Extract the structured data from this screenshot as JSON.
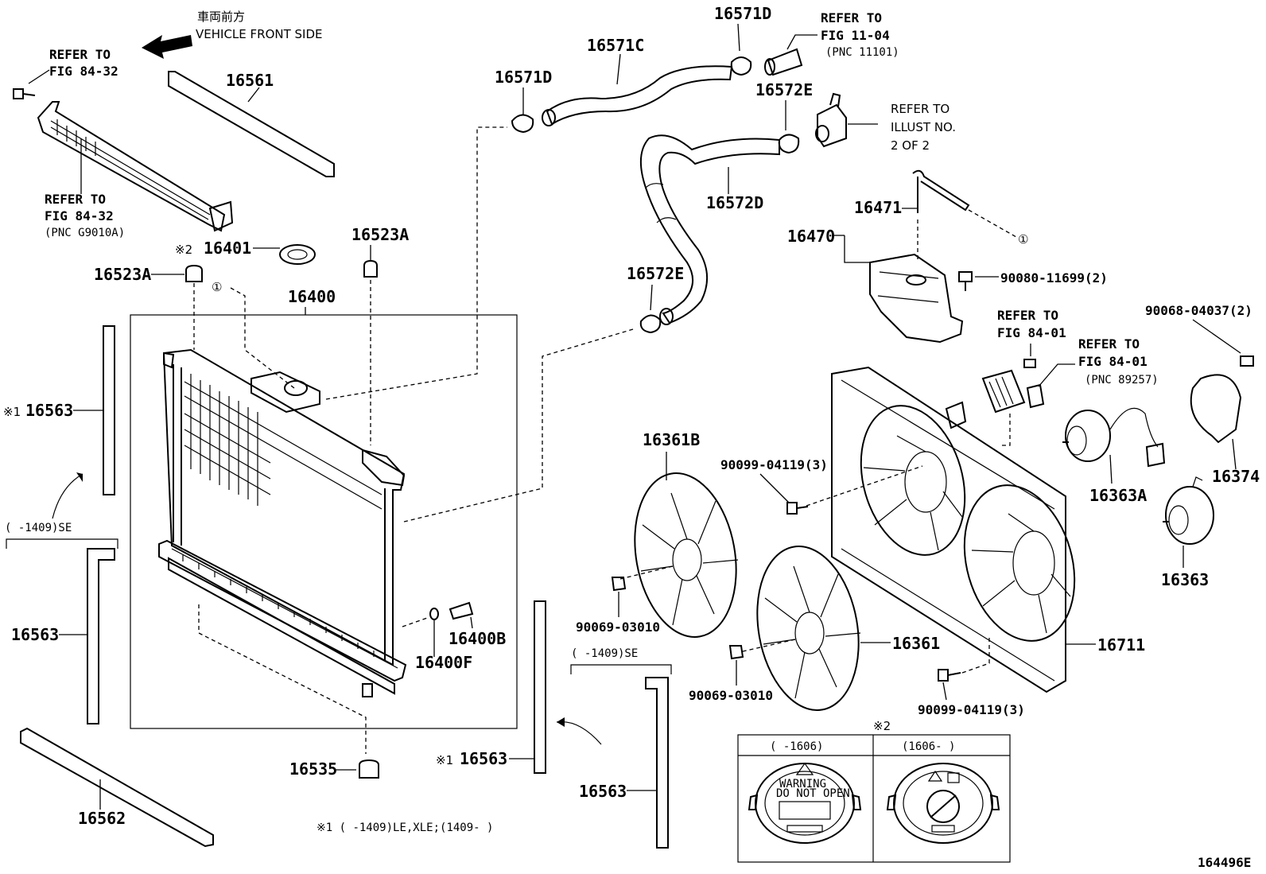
{
  "orientation": {
    "japanese": "車両前方",
    "english": "VEHICLE FRONT SIDE"
  },
  "parts": {
    "p16561": "16561",
    "p16562": "16562",
    "p16563_a": "16563",
    "p16563_b": "16563",
    "p16563_c": "16563",
    "p16563_d": "16563",
    "mark1_a": "※1",
    "mark1_b": "※1",
    "mark2_a": "※2",
    "p16401": "16401",
    "p16523A_l": "16523A",
    "p16523A_r": "16523A",
    "p16400": "16400",
    "p16400B": "16400B",
    "p16400F": "16400F",
    "p16535": "16535",
    "p16571C": "16571C",
    "p16571D_l": "16571D",
    "p16571D_r": "16571D",
    "p16572D": "16572D",
    "p16572E_l": "16572E",
    "p16572E_r": "16572E",
    "p16471": "16471",
    "p16470": "16470",
    "p90080": "90080-11699(2)",
    "p90068": "90068-04037(2)",
    "p16374": "16374",
    "p16363A": "16363A",
    "p16363": "16363",
    "p16361B": "16361B",
    "p16361": "16361",
    "p90099_t": "90099-04119(3)",
    "p90099_b": "90099-04119(3)",
    "p90069_l": "90069-03010",
    "p90069_r": "90069-03010",
    "p16711": "16711",
    "circle1_a": "①",
    "circle1_b": "①"
  },
  "refs": {
    "ref_8432_top_1": "REFER TO",
    "ref_8432_top_2": "FIG 84-32",
    "ref_8432_bot_1": "REFER TO",
    "ref_8432_bot_2": "FIG 84-32",
    "ref_8432_bot_3": "(PNC G9010A)",
    "ref_1104_1": "REFER TO",
    "ref_1104_2": "FIG 11-04",
    "ref_1104_3": "(PNC 11101)",
    "ref_illust_1": "REFER TO",
    "ref_illust_2": "ILLUST NO.",
    "ref_illust_3": "2 OF 2",
    "ref_8401a_1": "REFER TO",
    "ref_8401a_2": "FIG 84-01",
    "ref_8401b_1": "REFER TO",
    "ref_8401b_2": "FIG 84-01",
    "ref_8401b_3": "(PNC 89257)"
  },
  "ranges": {
    "se_left": "(    -1409)SE",
    "se_right": "(    -1409)SE",
    "footnote": "※1 (     -1409)LE,XLE;(1409-     )"
  },
  "cap_table": {
    "mark": "※2",
    "col1_header": "(     -1606)",
    "col2_header": "(1606-     )",
    "cap_text_1": "WARNING",
    "cap_text_2": "DO NOT OPEN"
  },
  "diagram_code": "164496E"
}
